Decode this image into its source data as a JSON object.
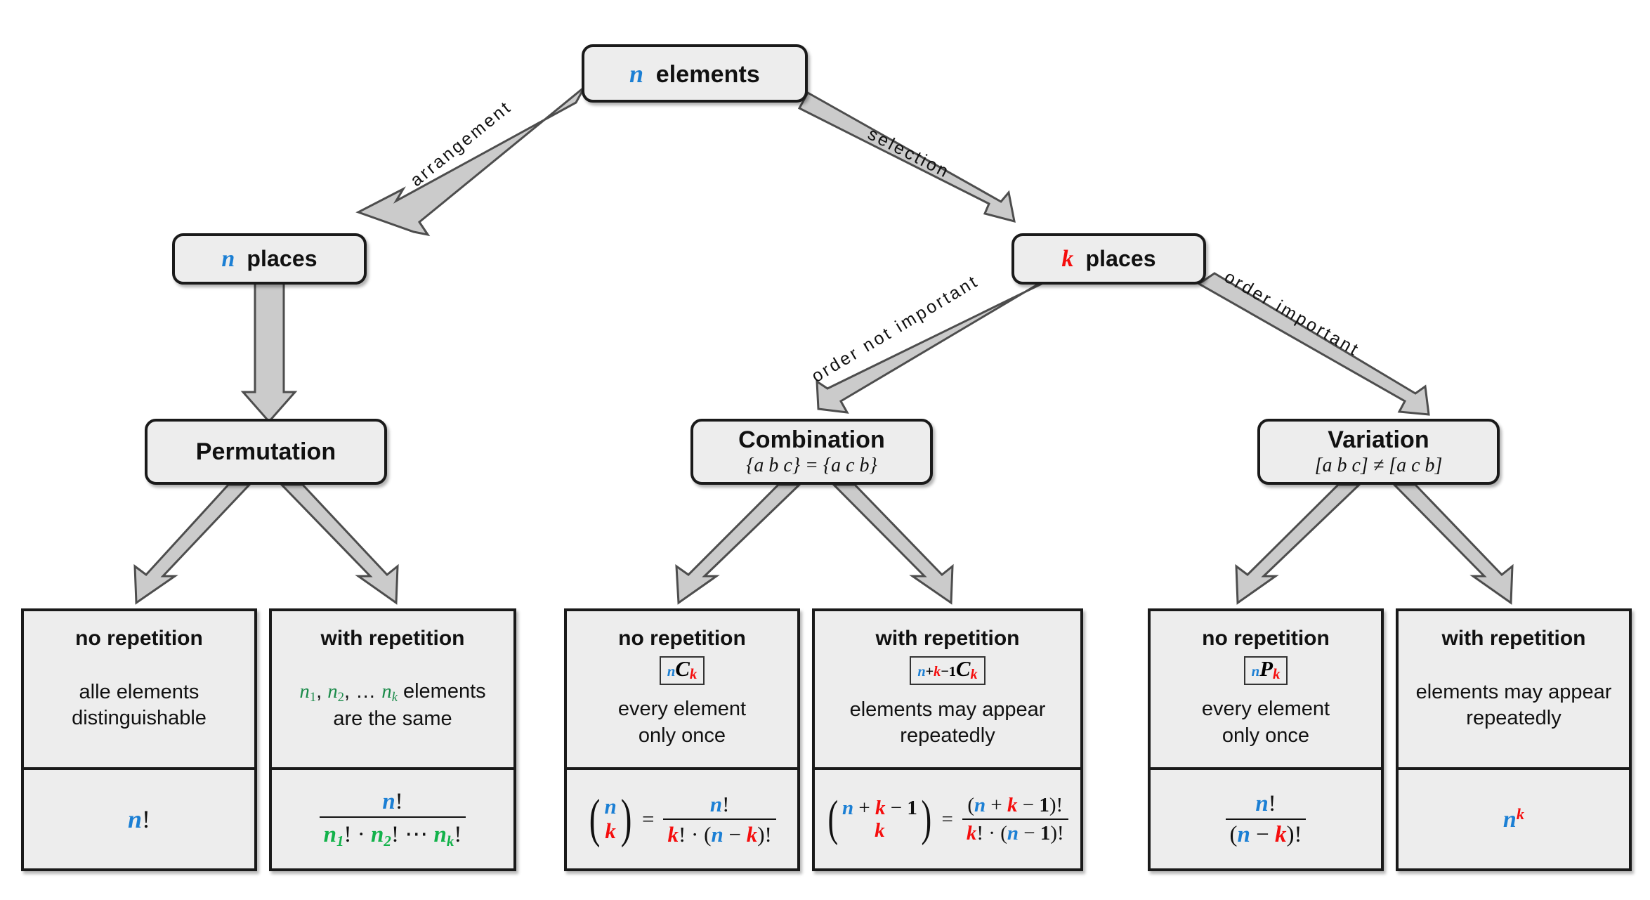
{
  "diagram": {
    "title": "Combinatorics decision tree",
    "colors": {
      "n_color": "#1b7fd4",
      "k_color": "#f50d0d",
      "ni_color": "#12b24a",
      "node_fill": "#ededed",
      "node_border": "#1a1a1a",
      "arrow_fill": "#cccccc",
      "arrow_stroke": "#4d4d4d"
    },
    "root": {
      "symbol": "n",
      "label": "elements"
    },
    "level1": {
      "left": {
        "symbol": "n",
        "label": "places"
      },
      "right": {
        "symbol": "k",
        "label": "places"
      }
    },
    "edge_labels": {
      "arrangement": "arrangement",
      "selection": "selection",
      "order_not_important": "order not important",
      "order_important": "order important"
    },
    "level2": [
      {
        "title": "Permutation",
        "sub": ""
      },
      {
        "title": "Combination",
        "sub": "{a b c} = {a c b}"
      },
      {
        "title": "Variation",
        "sub": "[a b c] ≠ [a c b]"
      }
    ],
    "leaves": [
      {
        "head": "no repetition",
        "symbol": "",
        "desc_line1": "alle elements",
        "desc_line2": "distinguishable",
        "formula_text": "n!"
      },
      {
        "head": "with repetition",
        "symbol": "",
        "desc_line1": "n₁, n₂, … nₖ elements",
        "desc_line2": "are the same",
        "formula_text": "n! / (n₁! · n₂! ⋯ nₖ!)"
      },
      {
        "head": "no repetition",
        "symbol": "nCk",
        "desc_line1": "every element",
        "desc_line2": "only once",
        "formula_text": "(n choose k) = n! / (k! · (n − k)!)"
      },
      {
        "head": "with repetition",
        "symbol": "n+k−1Ck",
        "desc_line1": "elements may appear",
        "desc_line2": "repeatedly",
        "formula_text": "(n+k−1 choose k) = (n + k − 1)! / (k! · (n − 1)!)"
      },
      {
        "head": "no repetition",
        "symbol": "nPk",
        "desc_line1": "every element",
        "desc_line2": "only once",
        "formula_text": "n! / (n − k)!"
      },
      {
        "head": "with repetition",
        "symbol": "",
        "desc_line1": "elements may appear",
        "desc_line2": "repeatedly",
        "formula_text": "n^k"
      }
    ]
  }
}
